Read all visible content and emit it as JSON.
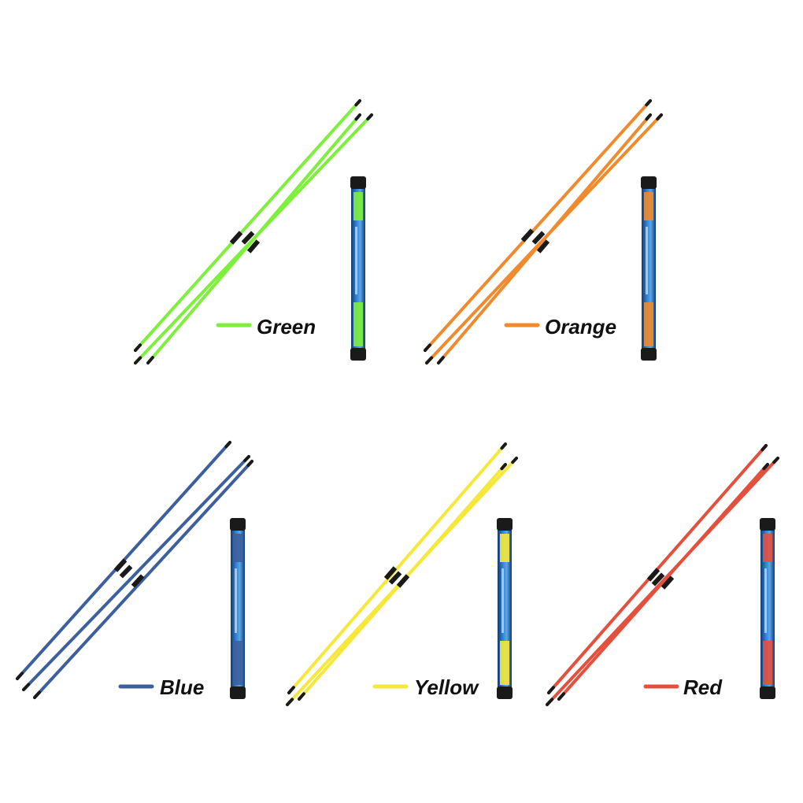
{
  "variants": [
    {
      "key": "green",
      "label": "Green",
      "color": "#7cf03a",
      "dark": "#4fb81e"
    },
    {
      "key": "orange",
      "label": "Orange",
      "color": "#f08a2c",
      "dark": "#c9651a"
    },
    {
      "key": "blue",
      "label": "Blue",
      "color": "#3d5f9e",
      "dark": "#2a457a"
    },
    {
      "key": "yellow",
      "label": "Yellow",
      "color": "#f5e83a",
      "dark": "#c8b81a"
    },
    {
      "key": "red",
      "label": "Red",
      "color": "#e4503e",
      "dark": "#b8332a"
    }
  ],
  "product": {
    "sticks_per_set": 3,
    "case_color": "#2f7fd0",
    "cap_color": "#1a1a1a",
    "joint_color": "#1a1a1a"
  }
}
